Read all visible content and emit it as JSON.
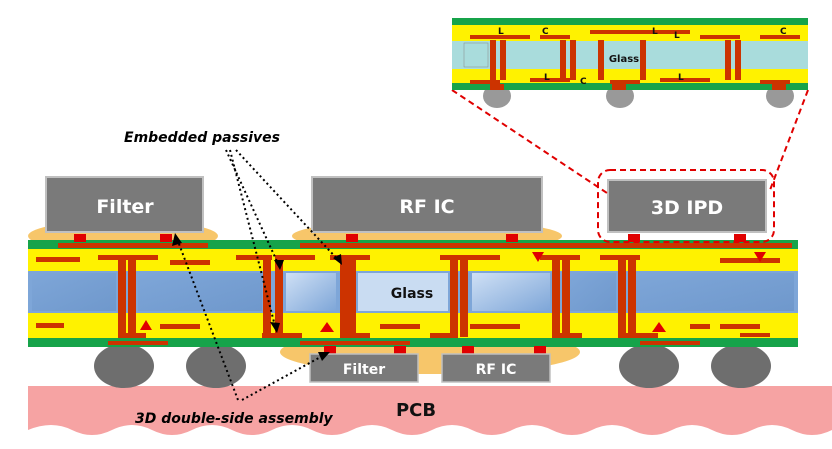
{
  "colors": {
    "green": "#16a34a",
    "yellow": "#fff200",
    "glass": "#8fb3e0",
    "glass_inset": "#a9dcdc",
    "copper": "#cc3300",
    "bump": "#e00000",
    "underfill": "#f7c66a",
    "chip": "#7a7a7a",
    "ball": "#6e6e6e",
    "pcb": "#f6a3a3",
    "callout": "#e00000"
  },
  "top_chips": {
    "filter": "Filter",
    "rfic": "RF IC",
    "ipd": "3D IPD"
  },
  "bottom_chips": {
    "filter": "Filter",
    "rfic": "RF IC"
  },
  "substrate": {
    "glass_label": "Glass"
  },
  "pcb": {
    "label": "PCB"
  },
  "annotations": {
    "embedded": "Embedded passives",
    "double_side": "3D double-side assembly"
  },
  "inset": {
    "glass_label": "Glass",
    "markers": [
      "L",
      "C",
      "L",
      "L",
      "C",
      "L",
      "C",
      "L"
    ]
  }
}
